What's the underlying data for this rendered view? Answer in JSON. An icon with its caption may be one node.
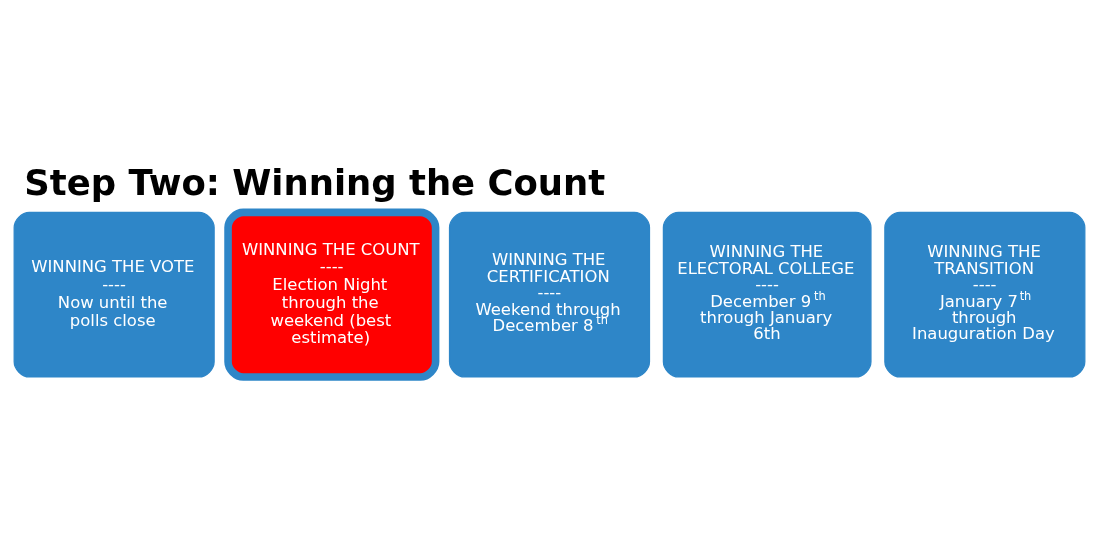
{
  "diagram": {
    "title": "Step Two: Winning the Count",
    "nodes": [
      {
        "text": [
          "WINNING THE VOTE",
          "----",
          "Now until the polls close"
        ]
      },
      {
        "text": [
          "WINNING THE COUNT",
          "----",
          "Election Night through the weekend (best estimate)"
        ]
      },
      {
        "text": [
          "WINNING THE CERTIFICATION",
          "----",
          "Weekend through December 8$^{th}$"
        ]
      },
      {
        "text": [
          "WINNING THE ELECTORAL COLLEGE",
          "----",
          "December 9$^{th}$ through January 6th"
        ]
      },
      {
        "text": [
          "WINNING THE TRANSITION",
          "----",
          "January 7$^{th}$ through Inauguration Day"
        ]
      }
    ],
    "edges": []
  }
}
